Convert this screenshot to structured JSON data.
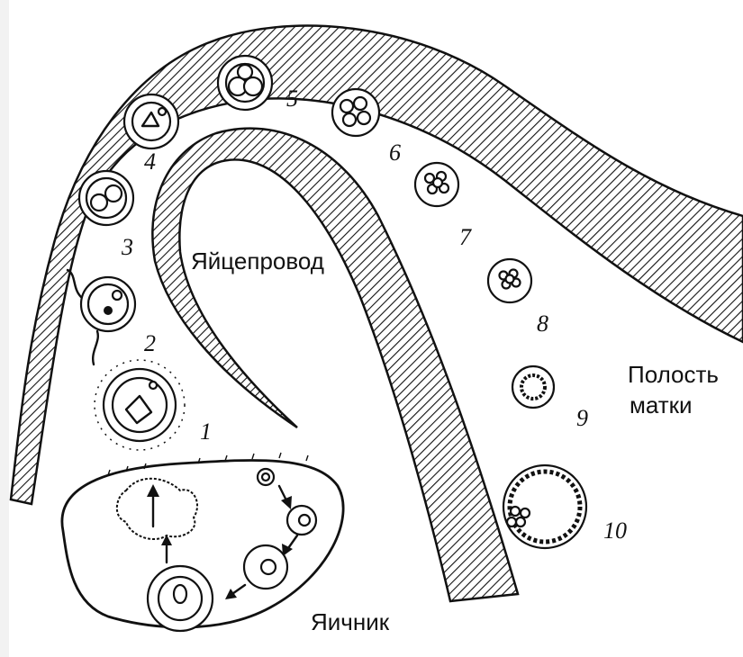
{
  "labels": {
    "oviduct": "Яйцепровод",
    "uterine_cavity_line1": "Полость",
    "uterine_cavity_line2": "матки",
    "ovary": "Яичник"
  },
  "stages": [
    "1",
    "2",
    "3",
    "4",
    "5",
    "6",
    "7",
    "8",
    "9",
    "10"
  ]
}
